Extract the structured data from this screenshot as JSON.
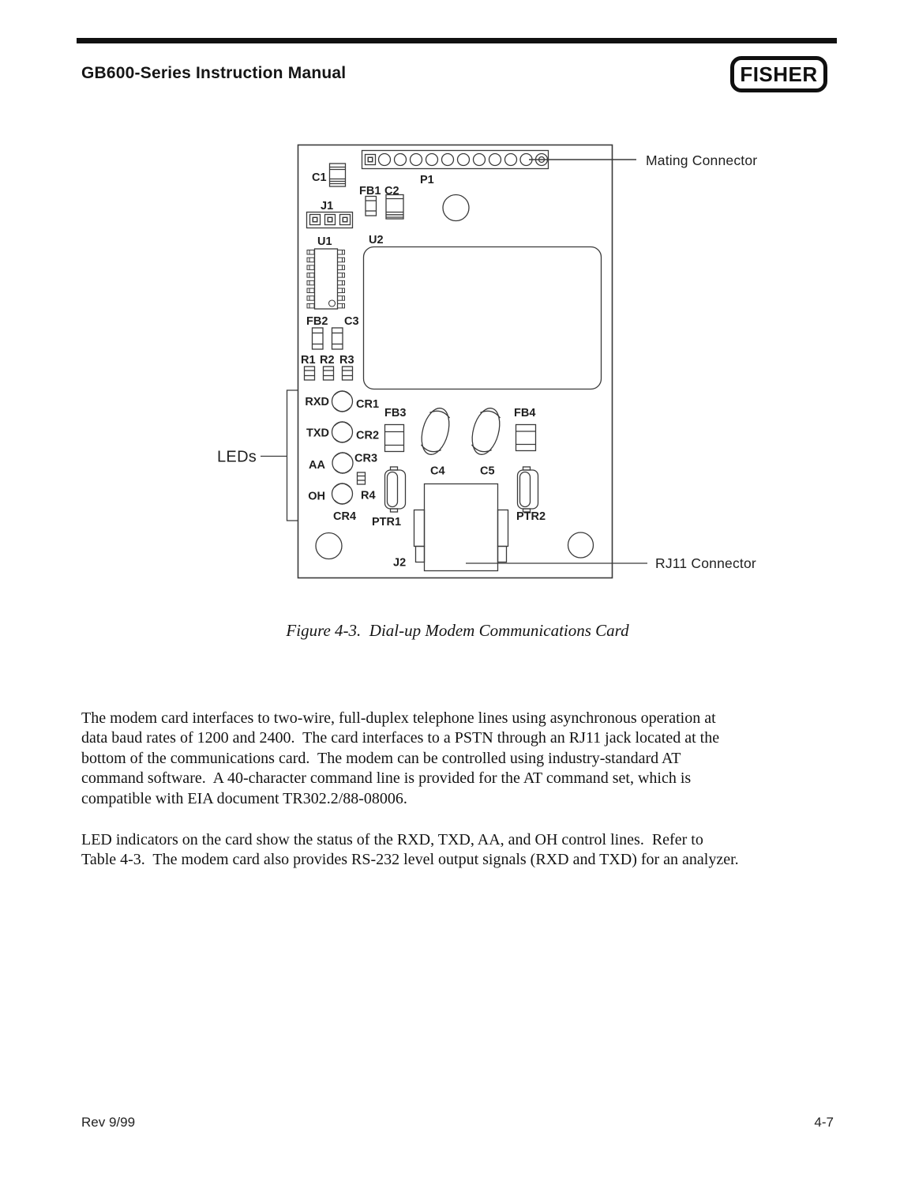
{
  "header": {
    "title": "GB600-Series Instruction Manual",
    "logo_text": "FISHER"
  },
  "figure": {
    "caption": "Figure 4-3.  Dial-up Modem Communications Card",
    "callouts": {
      "mating_connector": "Mating Connector",
      "rj11_connector": "RJ11 Connector",
      "leds": "LEDs"
    },
    "component_labels": {
      "c1": "C1",
      "p1": "P1",
      "fb1": "FB1",
      "c2": "C2",
      "j1": "J1",
      "u1": "U1",
      "u2": "U2",
      "fb2": "FB2",
      "c3": "C3",
      "r1": "R1",
      "r2": "R2",
      "r3": "R3",
      "rxd": "RXD",
      "txd": "TXD",
      "aa": "AA",
      "oh": "OH",
      "cr1": "CR1",
      "cr2": "CR2",
      "cr3": "CR3",
      "cr4": "CR4",
      "r4": "R4",
      "fb3": "FB3",
      "fb4": "FB4",
      "c4": "C4",
      "c5": "C5",
      "ptr1": "PTR1",
      "ptr2": "PTR2",
      "j2": "J2"
    }
  },
  "body": {
    "paragraph1_lines": [
      "The modem card interfaces to two-wire, full-duplex telephone lines using asynchronous operation at",
      "data baud rates of 1200 and 2400.  The card interfaces to a PSTN through an RJ11 jack located at the",
      "bottom of the communications card.  The modem can be controlled using industry-standard AT",
      "command software.  A 40-character command line is provided for the AT command set, which is",
      "compatible with EIA document TR302.2/88-08006."
    ],
    "paragraph2_lines": [
      "LED indicators on the card show the status of the RXD, TXD, AA, and OH control lines.  Refer to",
      "Table 4-3.  The modem card also provides RS-232 level output signals (RXD and TXD) for an analyzer."
    ]
  },
  "footer": {
    "revision": "Rev 9/99",
    "page_number": "4-7"
  }
}
